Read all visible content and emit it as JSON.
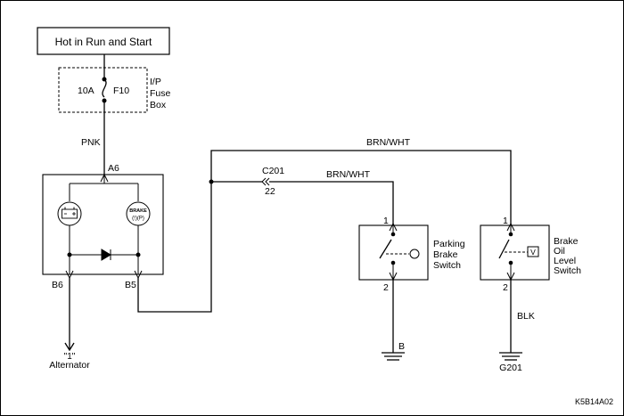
{
  "power_source": {
    "label": "Hot in Run and Start"
  },
  "fuse": {
    "rating": "10A",
    "id": "F10",
    "box_label_lines": [
      "I/P",
      "Fuse",
      "Box"
    ]
  },
  "wires": {
    "feed_color": "PNK",
    "top_run_color": "BRN/WHT",
    "parking_run_color": "BRN/WHT",
    "ground_color": "BLK"
  },
  "cluster": {
    "input_pin": "A6",
    "left_output_pin": "B6",
    "right_output_pin": "B5",
    "brake_lamp_text": "BRAKE",
    "brake_lamp_symbol": "(!)(P)"
  },
  "connector": {
    "id": "C201",
    "pin": "22"
  },
  "parking_brake_switch": {
    "label_lines": [
      "Parking",
      "Brake",
      "Switch"
    ],
    "pin_top": "1",
    "pin_bottom": "2",
    "ground_label": "B"
  },
  "oil_level_switch": {
    "label_lines": [
      "Brake",
      "Oil",
      "Level",
      "Switch"
    ],
    "pin_top": "1",
    "pin_bottom": "2",
    "sensor_mark": "V",
    "ground_label": "G201"
  },
  "alternator": {
    "ref": "\"1\"",
    "label": "Alternator"
  },
  "figure_code": "K5B14A02"
}
